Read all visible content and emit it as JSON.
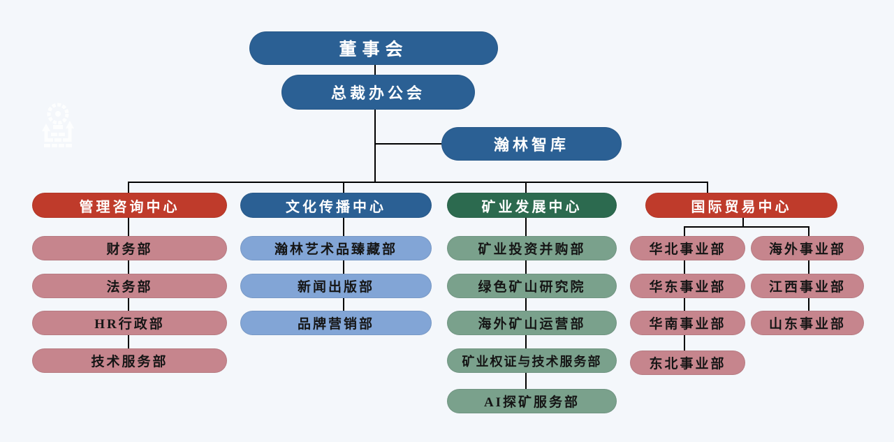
{
  "top": {
    "board": "董事会",
    "president_office": "总裁办公会",
    "think_tank": "瀚林智库"
  },
  "centers": [
    {
      "label": "管理咨询中心",
      "color": "#BF3B2B",
      "departments": [
        "财务部",
        "法务部",
        "HR行政部",
        "技术服务部"
      ]
    },
    {
      "label": "文化传播中心",
      "color": "#2B6094",
      "departments": [
        "瀚林艺术品臻藏部",
        "新闻出版部",
        "品牌营销部"
      ]
    },
    {
      "label": "矿业发展中心",
      "color": "#2C6A4F",
      "departments": [
        "矿业投资并购部",
        "绿色矿山研究院",
        "海外矿山运营部",
        "矿业权证与技术服务部",
        "AI探矿服务部"
      ]
    },
    {
      "label": "国际贸易中心",
      "color": "#BF3B2B",
      "departments_left": [
        "华北事业部",
        "华东事业部",
        "华南事业部",
        "东北事业部"
      ],
      "departments_right": [
        "海外事业部",
        "江西事业部",
        "山东事业部"
      ]
    }
  ],
  "colors": {
    "background": "#F4F7FB",
    "navy": "#2B6094",
    "red": "#BF3B2B",
    "dark_green": "#2C6A4F",
    "rose": "#C6858D",
    "light_blue": "#82A5D6",
    "sage": "#7AA18C",
    "connector": "#000000",
    "header_text": "#FFFFFF",
    "department_text": "#151515"
  },
  "icons": {
    "watermark": "company-logo-watermark"
  }
}
